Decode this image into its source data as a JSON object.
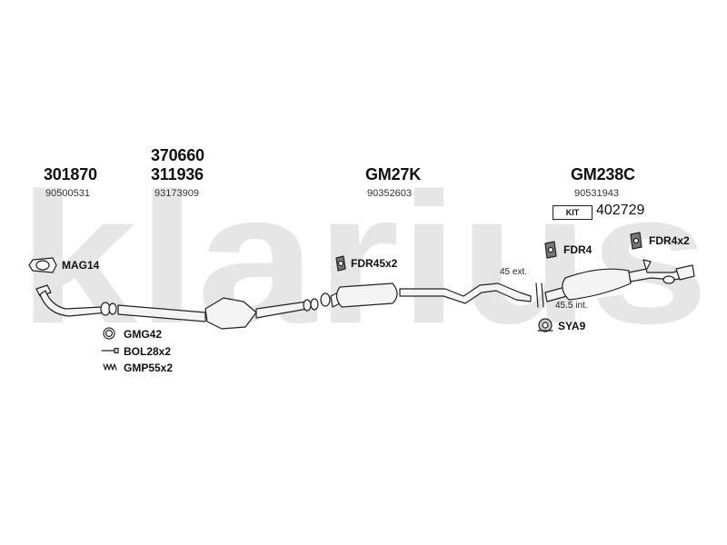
{
  "brand": {
    "watermark": "klarius"
  },
  "groups": [
    {
      "code": "301870",
      "oe": "90500531"
    },
    {
      "code_top": "370660",
      "code": "311936",
      "oe": "93173909"
    },
    {
      "code": "GM27K",
      "oe": "90352603"
    },
    {
      "code": "GM238C",
      "oe": "90531943"
    }
  ],
  "kit": {
    "badge": "KIT",
    "number": "402729"
  },
  "parts": {
    "mag": "MAG14",
    "gmg": "GMG42",
    "bol": "BOL28x2",
    "gmp": "GMP55x2",
    "fdr45": "FDR45x2",
    "fdr4": "FDR4",
    "fdr4x2": "FDR4x2",
    "sya": "SYA9"
  },
  "dims": {
    "ext": "45 ext.",
    "int": "45.5 int."
  },
  "colors": {
    "watermark": "#e4e4e4",
    "line": "#222222",
    "fill": "#f2f2f2"
  }
}
